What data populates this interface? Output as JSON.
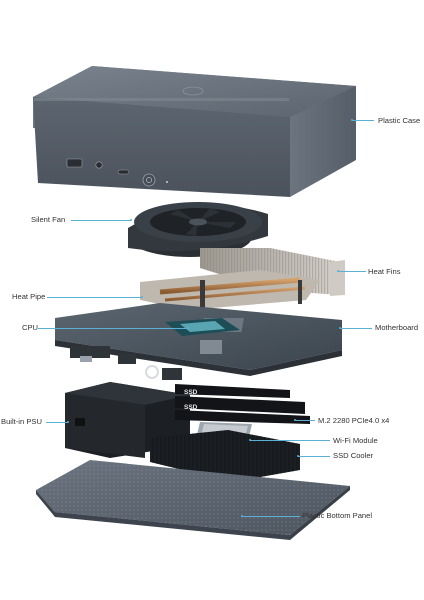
{
  "labels": {
    "plastic_case": "Plastic Case",
    "silent_fan": "Silent Fan",
    "heat_fins": "Heat Fins",
    "heat_pipe": "Heat Pipe",
    "cpu": "CPU",
    "motherboard": "Motherboard",
    "built_in_psu": "Built-in PSU",
    "m2_ssd": "M.2 2280 PCIe4.0 x4",
    "wifi_module": "Wi-Fi Module",
    "ssd_cooler": "SSD Cooler",
    "bottom_panel": "Plastic Bottom Panel"
  },
  "ssd_labels": {
    "top": "SSD",
    "bottom": "SSD"
  },
  "colors": {
    "case": "#5a626e",
    "leader_line": "#5bb0d6",
    "board": "#4a5560",
    "fins": "#b8b4ae",
    "copper": "#b07a4a"
  }
}
